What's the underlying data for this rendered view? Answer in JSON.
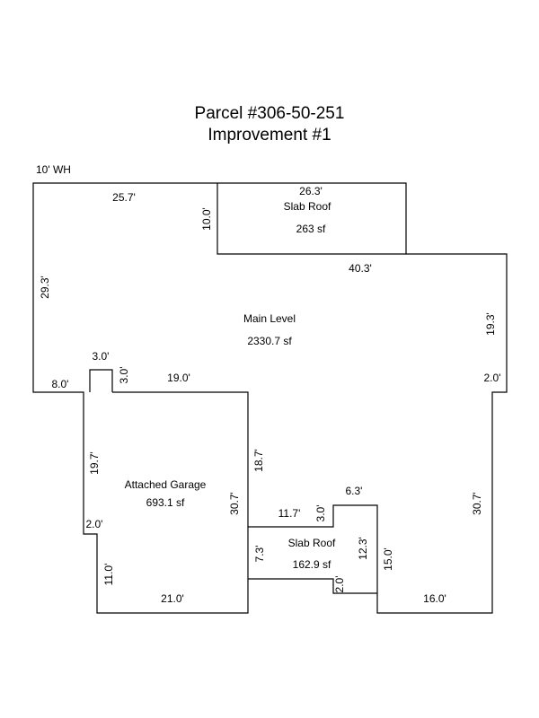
{
  "title": {
    "line1": "Parcel #306-50-251",
    "line2": "Improvement #1"
  },
  "note": "10' WH",
  "areas": {
    "slab_roof_top": {
      "name": "Slab Roof",
      "area": "263 sf"
    },
    "main_level": {
      "name": "Main Level",
      "area": "2330.7 sf"
    },
    "attached_garage": {
      "name": "Attached Garage",
      "area": "693.1 sf"
    },
    "slab_roof_bottom": {
      "name": "Slab Roof",
      "area": "162.9 sf"
    }
  },
  "dimensions": {
    "main_top": "25.7'",
    "main_left": "29.3'",
    "slab_top_width": "26.3'",
    "slab_top_height": "10.0'",
    "main_top_right": "40.3'",
    "main_right": "19.3'",
    "main_right_step": "2.0'",
    "main_bottom_left": "8.0'",
    "notch_width": "3.0'",
    "notch_height": "3.0'",
    "garage_top": "19.0'",
    "garage_left_upper": "19.7'",
    "garage_left_step": "2.0'",
    "garage_left_lower": "11.0'",
    "garage_bottom": "21.0'",
    "garage_right": "30.7'",
    "garage_right_upper": "18.7'",
    "slab_bot_top": "11.7'",
    "slab_bot_step_v": "3.0'",
    "slab_bot_step_top": "6.3'",
    "slab_bot_left": "7.3'",
    "slab_bot_right": "12.3'",
    "slab_bot_step_bottom": "2.0'",
    "east_wing_left": "15.0'",
    "east_wing_right": "30.7'",
    "east_wing_bottom": "16.0'"
  }
}
